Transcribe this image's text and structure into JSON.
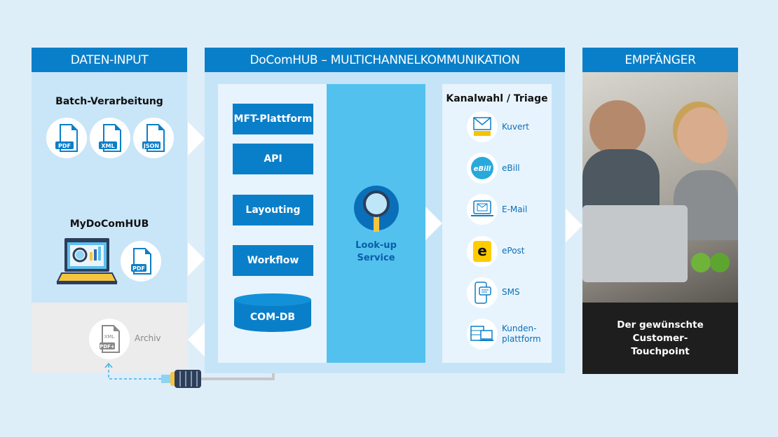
{
  "input": {
    "title": "DATEN-INPUT",
    "batch": "Batch-Verarbeitung",
    "files": [
      "PDF",
      "XML",
      "JSON"
    ],
    "mydocomhub": "MyDoComHUB",
    "pdf": "PDF",
    "archive": "Archiv",
    "archive_xml": "XML",
    "archive_pdf": "PDF+"
  },
  "hub": {
    "title": "DoComHUB – MULTICHANNELKOMMUNIKATION",
    "modules": [
      "MFT-Plattform",
      "API",
      "Layouting",
      "Workflow"
    ],
    "db": "COM-DB",
    "lookup": "Look-up Service",
    "channels_title": "Kanalwahl / Triage",
    "channels": [
      {
        "label": "Kuvert",
        "icon": "envelope-icon"
      },
      {
        "label": "eBill",
        "icon": "ebill-icon"
      },
      {
        "label": "E-Mail",
        "icon": "laptop-mail-icon"
      },
      {
        "label": "ePost",
        "icon": "epost-icon"
      },
      {
        "label": "SMS",
        "icon": "phone-chat-icon"
      },
      {
        "label": "Kunden-\nplattform",
        "icon": "platform-icon"
      }
    ]
  },
  "recipient": {
    "title": "EMPFÄNGER",
    "caption": "Der gewünschte Customer-Touchpoint"
  },
  "colors": {
    "accent": "#0a7fc9",
    "lookup": "#52c1ee",
    "panel": "#c6e4f8"
  }
}
